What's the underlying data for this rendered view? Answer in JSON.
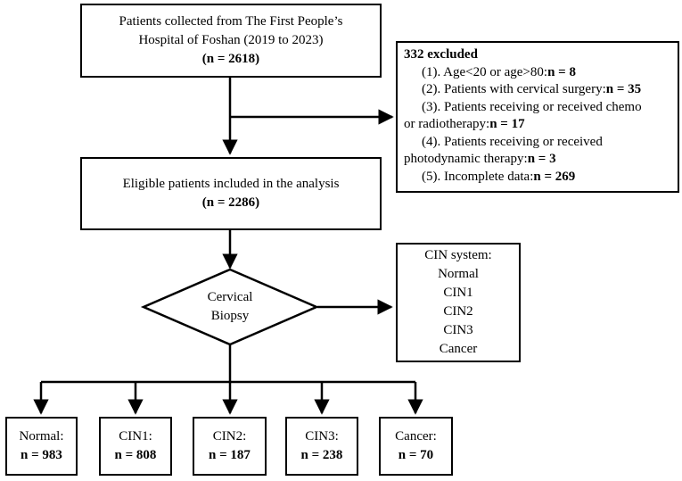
{
  "source": {
    "line1": "Patients collected from The First People’s",
    "line2": "Hospital of Foshan (2019 to 2023)",
    "count": "(n = 2618)"
  },
  "excluded": {
    "title": "332 excluded",
    "items": [
      {
        "text": "(1). Age<20 or age>80:",
        "count": "n = 8"
      },
      {
        "text": "(2). Patients with cervical surgery:",
        "count": "n = 35"
      },
      {
        "text": "(3). Patients receiving or received chemo",
        "text2": "or radiotherapy:",
        "count": "n = 17"
      },
      {
        "text": "(4). Patients receiving or received",
        "text2": "photodynamic therapy:",
        "count": "n = 3"
      },
      {
        "text": "(5). Incomplete data:",
        "count": "n = 269"
      }
    ]
  },
  "eligible": {
    "line1": "Eligible patients included in the analysis",
    "count": "(n = 2286)"
  },
  "decision": {
    "line1": "Cervical",
    "line2": "Biopsy"
  },
  "cin_system": {
    "title": "CIN system:",
    "items": [
      "Normal",
      "CIN1",
      "CIN2",
      "CIN3",
      "Cancer"
    ]
  },
  "outcomes": [
    {
      "label": "Normal:",
      "count": "n = 983"
    },
    {
      "label": "CIN1:",
      "count": "n = 808"
    },
    {
      "label": "CIN2:",
      "count": "n = 187"
    },
    {
      "label": "CIN3:",
      "count": "n = 238"
    },
    {
      "label": "Cancer:",
      "count": "n = 70"
    }
  ]
}
